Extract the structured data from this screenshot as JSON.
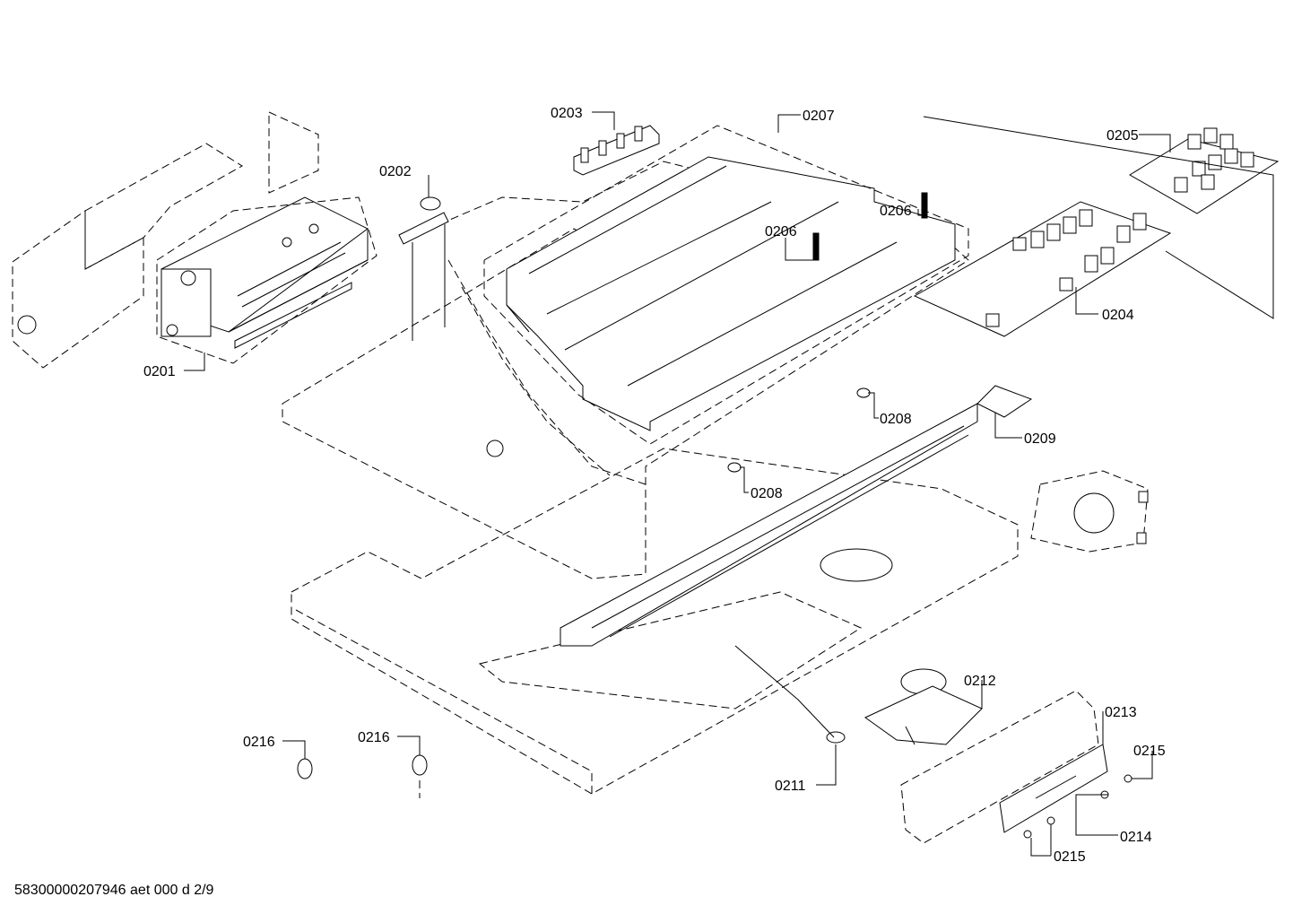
{
  "labels": {
    "p0201": "0201",
    "p0202": "0202",
    "p0203": "0203",
    "p0204": "0204",
    "p0205": "0205",
    "p0206a": "0206",
    "p0206b": "0206",
    "p0207": "0207",
    "p0208a": "0208",
    "p0208b": "0208",
    "p0209": "0209",
    "p0211": "0211",
    "p0212": "0212",
    "p0213": "0213",
    "p0214": "0214",
    "p0215a": "0215",
    "p0215b": "0215",
    "p0216a": "0216",
    "p0216b": "0216"
  },
  "footer": "58300000207946 aet 000 d 2/9"
}
